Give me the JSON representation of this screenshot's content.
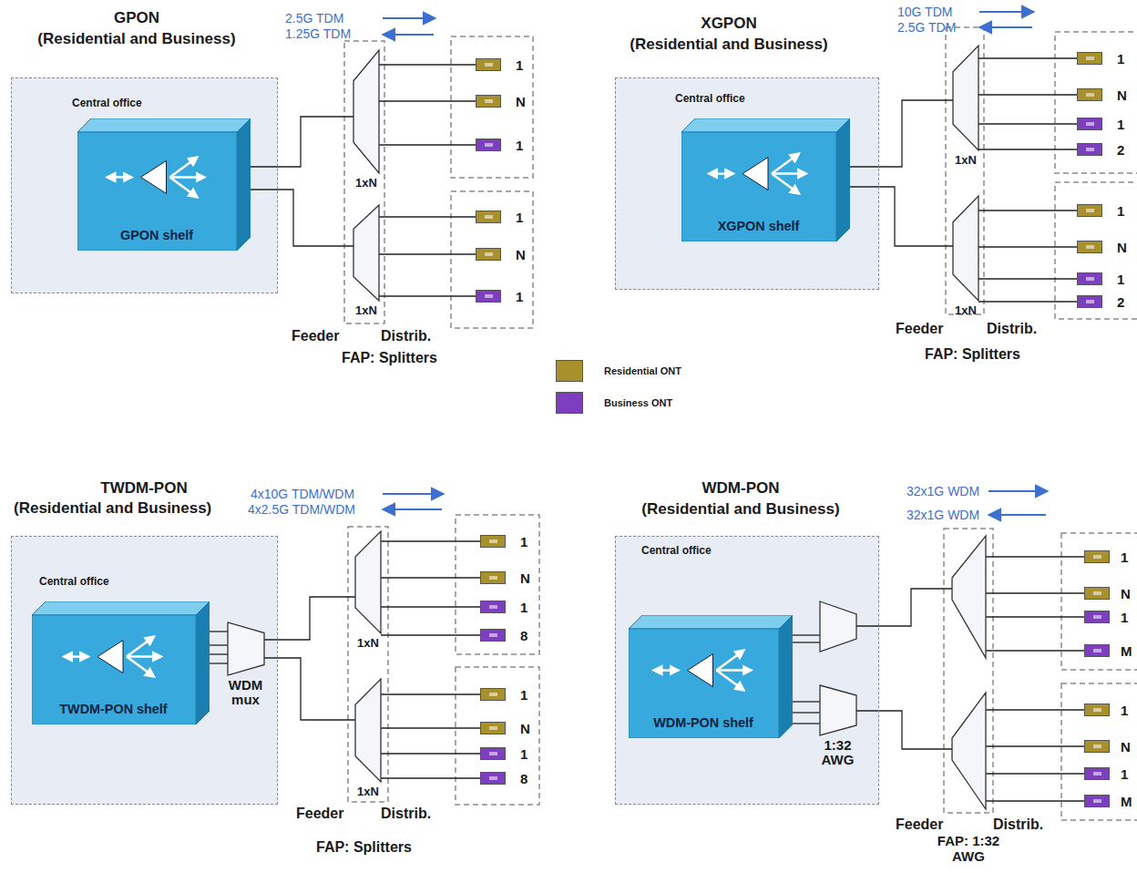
{
  "diagram": {
    "nodes": [
      {
        "text": [
          "Central office"
        ]
      },
      {
        "text": [
          "GPON shelf"
        ],
        "in": 0
      },
      {
        "text": [
          "1xN"
        ]
      },
      {
        "text": [
          "1"
        ]
      },
      {
        "text": [
          "N"
        ]
      },
      {
        "text": [
          "1"
        ]
      },
      {
        "text": [
          "1xN"
        ]
      },
      {
        "text": [
          "1"
        ]
      },
      {
        "text": [
          "N"
        ]
      },
      {
        "text": [
          "1"
        ]
      },
      {
        "text": [
          "Central office"
        ]
      },
      {
        "text": [
          "XGPON shelf"
        ],
        "in": 10
      },
      {
        "text": [
          "1xN"
        ]
      },
      {
        "text": [
          "1"
        ]
      },
      {
        "text": [
          "N"
        ]
      },
      {
        "text": [
          "1"
        ]
      },
      {
        "text": [
          "2"
        ]
      },
      {
        "text": [
          "1xN"
        ]
      },
      {
        "text": [
          "1"
        ]
      },
      {
        "text": [
          "N"
        ]
      },
      {
        "text": [
          "1"
        ]
      },
      {
        "text": [
          "2"
        ]
      },
      {
        "text": [
          "Central office"
        ]
      },
      {
        "text": [
          "TWDM-PON shelf"
        ],
        "in": 22
      },
      {
        "text": [
          "WDM mux"
        ],
        "in": 22
      },
      {
        "text": [
          "1xN"
        ]
      },
      {
        "text": [
          "1"
        ]
      },
      {
        "text": [
          "N"
        ]
      },
      {
        "text": [
          "1"
        ]
      },
      {
        "text": [
          "8"
        ]
      },
      {
        "text": [
          "1xN"
        ]
      },
      {
        "text": [
          "1"
        ]
      },
      {
        "text": [
          "N"
        ]
      },
      {
        "text": [
          "1"
        ]
      },
      {
        "text": [
          "8"
        ]
      },
      {
        "text": [
          "Central office"
        ]
      },
      {
        "text": [
          "WDM-PON shelf"
        ],
        "in": 35
      },
      {
        "text": [
          "1:32 AWG"
        ],
        "in": 35
      },
      {
        "text": [
          "1"
        ]
      },
      {
        "text": [
          "N"
        ]
      },
      {
        "text": [
          "1"
        ]
      },
      {
        "text": [
          "M"
        ]
      },
      {
        "text": [
          "1"
        ]
      },
      {
        "text": [
          "N"
        ]
      },
      {
        "text": [
          "1"
        ]
      },
      {
        "text": [
          "M"
        ]
      }
    ],
    "edges": [
      {
        "from": 1,
        "to": 2,
        "arrow": "none"
      },
      {
        "from": 1,
        "to": 6,
        "arrow": "none"
      },
      {
        "from": 2,
        "to": 3,
        "arrow": "none"
      },
      {
        "from": 2,
        "to": 4,
        "arrow": "none"
      },
      {
        "from": 2,
        "to": 5,
        "arrow": "none"
      },
      {
        "from": 6,
        "to": 7,
        "arrow": "none"
      },
      {
        "from": 6,
        "to": 8,
        "arrow": "none"
      },
      {
        "from": 6,
        "to": 9,
        "arrow": "none"
      },
      {
        "from": 11,
        "to": 12,
        "arrow": "none"
      },
      {
        "from": 11,
        "to": 17,
        "arrow": "none"
      },
      {
        "from": 12,
        "to": 13,
        "arrow": "none"
      },
      {
        "from": 12,
        "to": 14,
        "arrow": "none"
      },
      {
        "from": 12,
        "to": 15,
        "arrow": "none"
      },
      {
        "from": 12,
        "to": 16,
        "arrow": "none"
      },
      {
        "from": 17,
        "to": 18,
        "arrow": "none"
      },
      {
        "from": 17,
        "to": 19,
        "arrow": "none"
      },
      {
        "from": 17,
        "to": 20,
        "arrow": "none"
      },
      {
        "from": 17,
        "to": 21,
        "arrow": "none"
      },
      {
        "from": 23,
        "to": 24,
        "arrow": "none"
      },
      {
        "from": 24,
        "to": 25,
        "arrow": "none"
      },
      {
        "from": 24,
        "to": 30,
        "arrow": "none"
      },
      {
        "from": 25,
        "to": 26,
        "arrow": "none"
      },
      {
        "from": 25,
        "to": 27,
        "arrow": "none"
      },
      {
        "from": 25,
        "to": 28,
        "arrow": "none"
      },
      {
        "from": 25,
        "to": 29,
        "arrow": "none"
      },
      {
        "from": 30,
        "to": 31,
        "arrow": "none"
      },
      {
        "from": 30,
        "to": 32,
        "arrow": "none"
      },
      {
        "from": 30,
        "to": 33,
        "arrow": "none"
      },
      {
        "from": 30,
        "to": 34,
        "arrow": "none"
      },
      {
        "from": 36,
        "to": 37,
        "arrow": "none"
      }
    ],
    "labels": [
      "GPON",
      "(Residential and Business)",
      "2.5G TDM",
      "1.25G TDM",
      "Feeder",
      "Distrib.",
      "FAP: Splitters",
      "XGPON",
      "(Residential and Business)",
      "10G TDM",
      "2.5G TDM",
      "Feeder",
      "Distrib.",
      "FAP: Splitters",
      "TWDM-PON",
      "(Residential and Business)",
      "4x10G TDM/WDM",
      "4x2.5G TDM/WDM",
      "Feeder",
      "Distrib.",
      "FAP: Splitters",
      "WDM-PON",
      "(Residential and Business)",
      "32x1G WDM",
      "32x1G WDM",
      "Feeder",
      "Distrib.",
      "FAP: 1:32 AWG"
    ],
    "legend": [
      {
        "text": "Residential ONT",
        "color": "#a8902c"
      },
      {
        "text": "Business ONT",
        "color": "#7d3fc0"
      }
    ]
  }
}
